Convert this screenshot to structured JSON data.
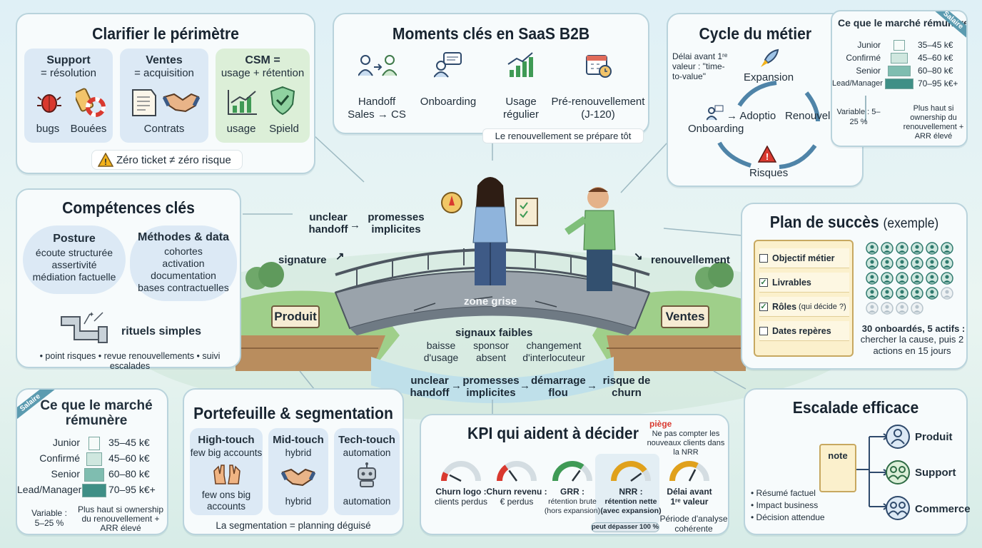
{
  "colors": {
    "blue": "#dce9f5",
    "green": "#dcefd8",
    "teal": "#3f8f86",
    "panel_border": "#b9d3dc",
    "warning": "#f2b21b",
    "danger": "#d9392f"
  },
  "perimetre": {
    "title": "Clarifier le périmètre",
    "columns": [
      {
        "head": "Support",
        "sub": "= résolution",
        "items": [
          "bugs",
          "Bouées"
        ]
      },
      {
        "head": "Ventes",
        "sub": "= acquisition",
        "items": [
          "Contrats"
        ]
      },
      {
        "head": "CSM =",
        "sub": "usage + rétention",
        "items": [
          "usage",
          "Spield"
        ]
      }
    ],
    "warning": "Zéro ticket ≠ zéro risque"
  },
  "moments": {
    "title": "Moments clés en SaaS B2B",
    "steps": [
      {
        "l1": "Handoff",
        "l2": "Sales → CS"
      },
      {
        "l1": "Onboarding",
        "l2": ""
      },
      {
        "l1": "Usage",
        "l2": "régulier"
      },
      {
        "l1": "Pré-renouvellement",
        "l2": "(J-120)"
      }
    ],
    "note": "Le renouvellement se prépare tôt"
  },
  "cycle": {
    "title": "Cycle du métier",
    "delay": "Délai avant 1ʳᵉ valeur : \"time-to-value\"",
    "expansion": "Expansion",
    "renouvellement": "Renouvellement",
    "adoption": "→ Adoptio",
    "onboarding": "Onboarding",
    "risques": "Risques"
  },
  "salary_top": {
    "title": "Ce que le marché rémunère",
    "ribbon": "Salaire",
    "rows": [
      {
        "level": "Junior",
        "range": "35–45 k€"
      },
      {
        "level": "Confirmé",
        "range": "45–60 k€"
      },
      {
        "level": "Senior",
        "range": "60–80 k€"
      },
      {
        "level": "Lead/Manager",
        "range": "70–95 k€+"
      }
    ],
    "variable": "Variable : 5–25 %",
    "note": "Plus haut si ownership du renouvellement + ARR élevé"
  },
  "competences": {
    "title": "Compétences clés",
    "posture": {
      "head": "Posture",
      "lines": [
        "écoute structurée",
        "assertivité",
        "médiation factuelle"
      ]
    },
    "methodes": {
      "head": "Méthodes & data",
      "lines": [
        "cohortes",
        "activation",
        "documentation",
        "bases contractuelles"
      ]
    },
    "rituels": "rituels simples",
    "rituels_list": "• point risques • revue renouvellements • suivi escalades"
  },
  "bridge": {
    "unclear_top": "unclear handoff",
    "promesses_top": "promesses implicites",
    "signature": "signature",
    "renouvellement": "renouvellement",
    "produit": "Produit",
    "ventes": "Ventes",
    "zone": "zone grise",
    "signaux": "signaux faibles",
    "s1": "baisse d'usage",
    "s2": "sponsor absent",
    "s3": "changement d'interlocuteur",
    "chain": [
      "unclear handoff",
      "promesses implicites",
      "démarrage flou",
      "risque de churn"
    ]
  },
  "plan": {
    "title": "Plan de succès",
    "subtitle": "(exemple)",
    "checks": [
      {
        "label": "Objectif métier",
        "checked": false
      },
      {
        "label": "Livrables",
        "checked": true
      },
      {
        "label": "Rôles",
        "extra": "(qui décide ?)",
        "checked": true
      },
      {
        "label": "Dates repères",
        "checked": false
      }
    ],
    "note_b": "30 onboardés, 5 actifs :",
    "note": "chercher la cause, puis 2 actions en 15 jours",
    "onboarded": 30,
    "active": 5
  },
  "salary_bottom": {
    "title": "Ce que le marché rémunère",
    "ribbon": "Salaire",
    "rows": [
      {
        "level": "Junior",
        "range": "35–45 k€"
      },
      {
        "level": "Confirmé",
        "range": "45–60 k€"
      },
      {
        "level": "Senior",
        "range": "60–80 k€"
      },
      {
        "level": "Lead/Manager",
        "range": "70–95 k€+"
      }
    ],
    "variable": "Variable : 5–25 %",
    "note": "Plus haut si ownership du renouvellement + ARR élevé"
  },
  "portefeuille": {
    "title": "Portefeuille & segmentation",
    "cols": [
      {
        "head": "High-touch",
        "sub": "few big accounts",
        "foot": "few ons big accounts"
      },
      {
        "head": "Mid-touch",
        "sub": "hybrid",
        "foot": "hybrid"
      },
      {
        "head": "Tech-touch",
        "sub": "automation",
        "foot": "automation"
      }
    ],
    "note": "La segmentation = planning déguisé"
  },
  "kpi": {
    "title": "KPI qui aident à décider",
    "piege": "piège",
    "piege_note": "Ne pas compter les nouveaux clients dans la NRR",
    "gauges": [
      {
        "b": "Churn logo :",
        "s": "clients perdus",
        "color": "#d9392f",
        "level": 0.15
      },
      {
        "b": "Churn revenu :",
        "s": "€ perdus",
        "color": "#d9392f",
        "level": 0.3
      },
      {
        "b": "GRR :",
        "s": "rétention brute (hors expansion)",
        "color": "#3f9a55",
        "level": 0.7
      },
      {
        "b": "NRR :",
        "s": "rétention nette (avec expansion)",
        "color": "#e0a11c",
        "level": 0.8
      },
      {
        "b": "Délai avant",
        "s": "1ʳᵉ valeur",
        "color": "#e0a11c",
        "level": 0.65
      }
    ],
    "badge": "peut dépasser 100 %",
    "periode": "Période d'analyse cohérente"
  },
  "escalade": {
    "title": "Escalade efficace",
    "note": "note",
    "items": [
      "• Résumé factuel",
      "• Impact business",
      "• Décision attendue"
    ],
    "targets": [
      "Produit",
      "Support",
      "Commerce"
    ]
  }
}
